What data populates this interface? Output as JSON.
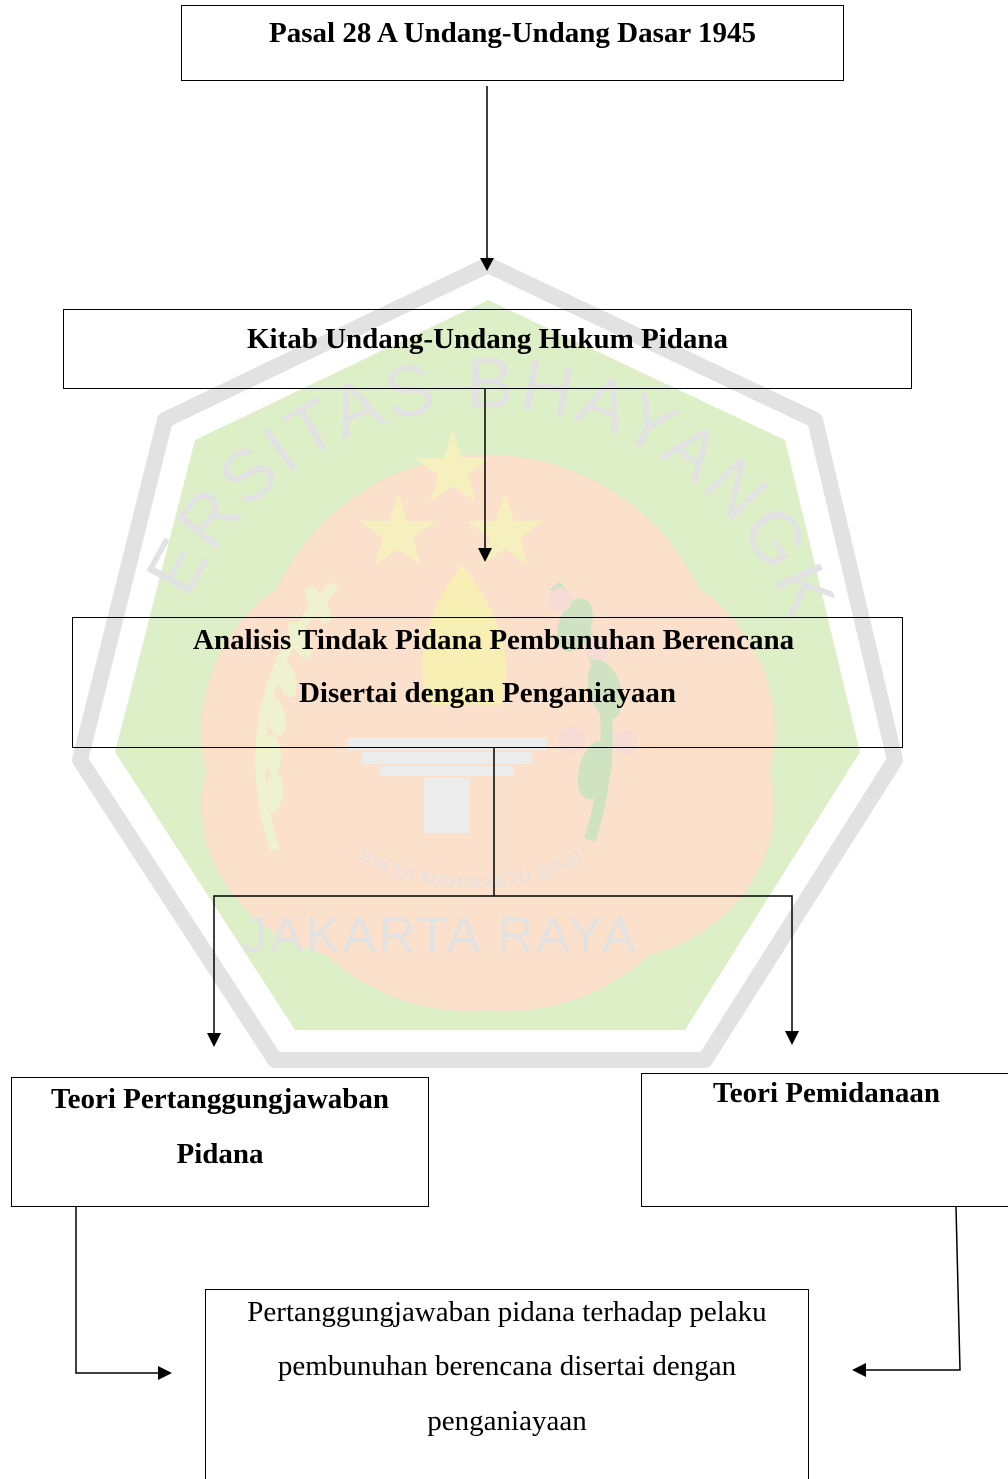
{
  "diagram": {
    "watermark": {
      "arc_text": "UNIVERSITAS BHAYANGKARA",
      "motto": "BIKSA MAHWASTU DASI",
      "bottom_text": "JAKARTA RAYA",
      "colors": {
        "outer_ring": "#e2e2e2",
        "green_ring": "#dcefc7",
        "orange_field": "#fbe0cc",
        "star": "#f6f0bf",
        "flame": "#f7efb4",
        "torch": "#ececec",
        "wheat": "#eef2cf",
        "cotton_leaf": "#cfe3c3",
        "cotton_flower": "#f7dcd6"
      }
    },
    "nodes": {
      "pasal": {
        "lines": [
          "Pasal 28 A Undang-Undang Dasar 1945"
        ]
      },
      "kuhp": {
        "lines": [
          "Kitab Undang-Undang Hukum Pidana"
        ]
      },
      "analisis": {
        "lines": [
          "Analisis Tindak Pidana Pembunuhan Berencana",
          "Disertai dengan Penganiayaan"
        ]
      },
      "pertanggungjawaban": {
        "lines": [
          "Teori Pertanggungjawaban",
          "Pidana"
        ]
      },
      "pemidanaan": {
        "lines": [
          "Teori Pemidanaan"
        ]
      },
      "result": {
        "lines": [
          "Pertanggungjawaban pidana terhadap pelaku",
          "pembunuhan berencana disertai dengan",
          "penganiayaan"
        ]
      }
    }
  }
}
